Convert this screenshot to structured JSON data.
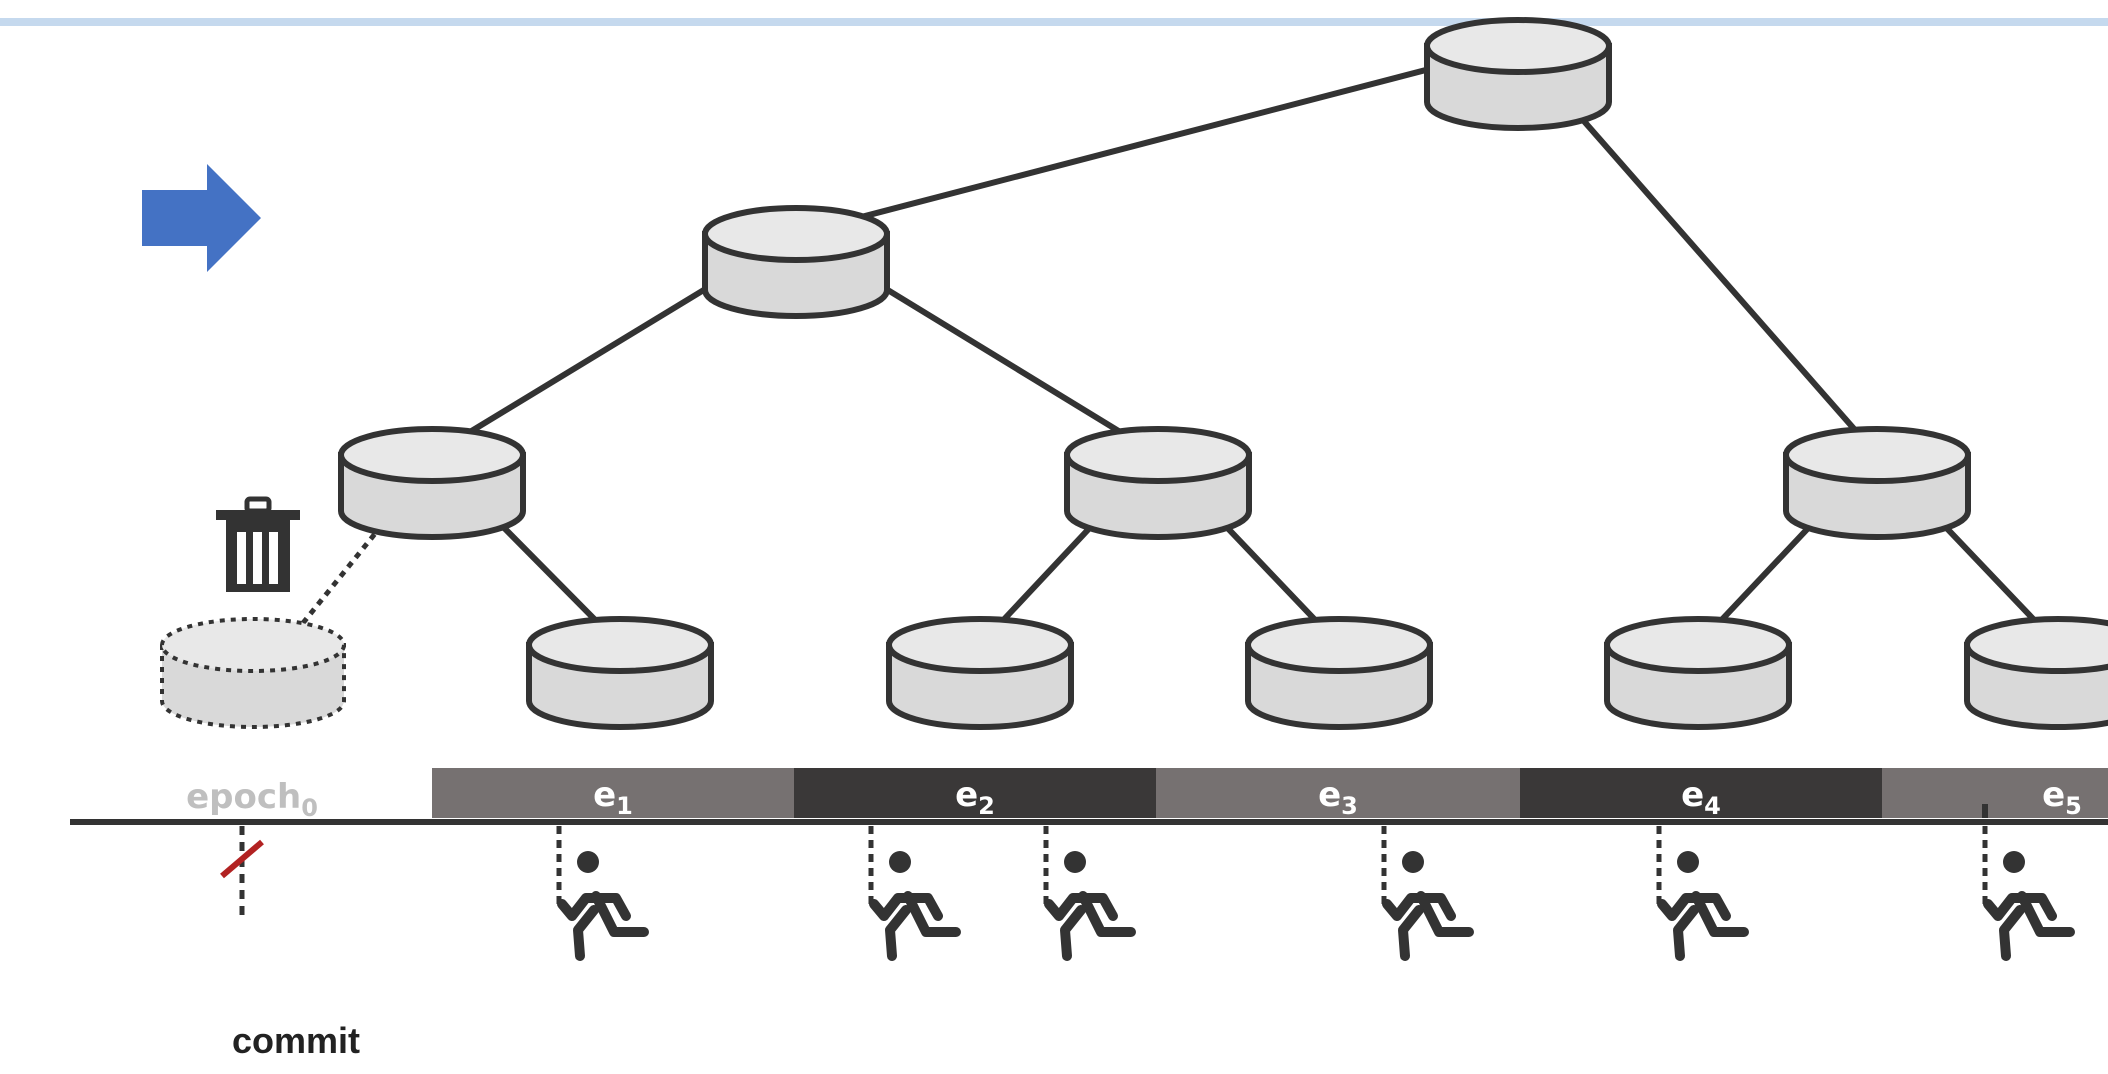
{
  "colors": {
    "top_bar": "#c5d9ee",
    "arrow": "#4472c4",
    "stroke": "#333333",
    "disk_top": "#e8e8e8",
    "disk_body": "#d9d9d9",
    "epoch_light": "#767171",
    "epoch_dark": "#3a3838",
    "epoch0_text": "#bfbfbf",
    "cut_mark": "#b22222"
  },
  "icons": {
    "arrow": "right-arrow-icon",
    "trash": "trash-icon",
    "runner": "running-person-icon",
    "disk": "database-icon"
  },
  "tree": {
    "nodes": [
      {
        "id": "root"
      },
      {
        "id": "mid-left"
      },
      {
        "id": "left"
      },
      {
        "id": "center"
      },
      {
        "id": "right"
      },
      {
        "id": "leaf-1"
      },
      {
        "id": "leaf-2"
      },
      {
        "id": "leaf-3"
      },
      {
        "id": "leaf-4"
      },
      {
        "id": "leaf-5"
      },
      {
        "id": "deleted",
        "state": "deleted"
      }
    ],
    "edges": [
      [
        "root",
        "mid-left"
      ],
      [
        "root",
        "right"
      ],
      [
        "mid-left",
        "left"
      ],
      [
        "mid-left",
        "center"
      ],
      [
        "left",
        "leaf-1"
      ],
      [
        "left",
        "deleted"
      ],
      [
        "center",
        "leaf-2"
      ],
      [
        "center",
        "leaf-3"
      ],
      [
        "right",
        "leaf-4"
      ],
      [
        "right",
        "leaf-5"
      ]
    ]
  },
  "timeline": {
    "epoch0": {
      "base": "epoch",
      "sub": "0"
    },
    "epochs": [
      {
        "base": "e",
        "sub": "1",
        "shade": "light"
      },
      {
        "base": "e",
        "sub": "2",
        "shade": "dark"
      },
      {
        "base": "e",
        "sub": "3",
        "shade": "light"
      },
      {
        "base": "e",
        "sub": "4",
        "shade": "dark"
      },
      {
        "base": "e",
        "sub": "5",
        "shade": "light"
      }
    ]
  },
  "commit_label": "commit"
}
